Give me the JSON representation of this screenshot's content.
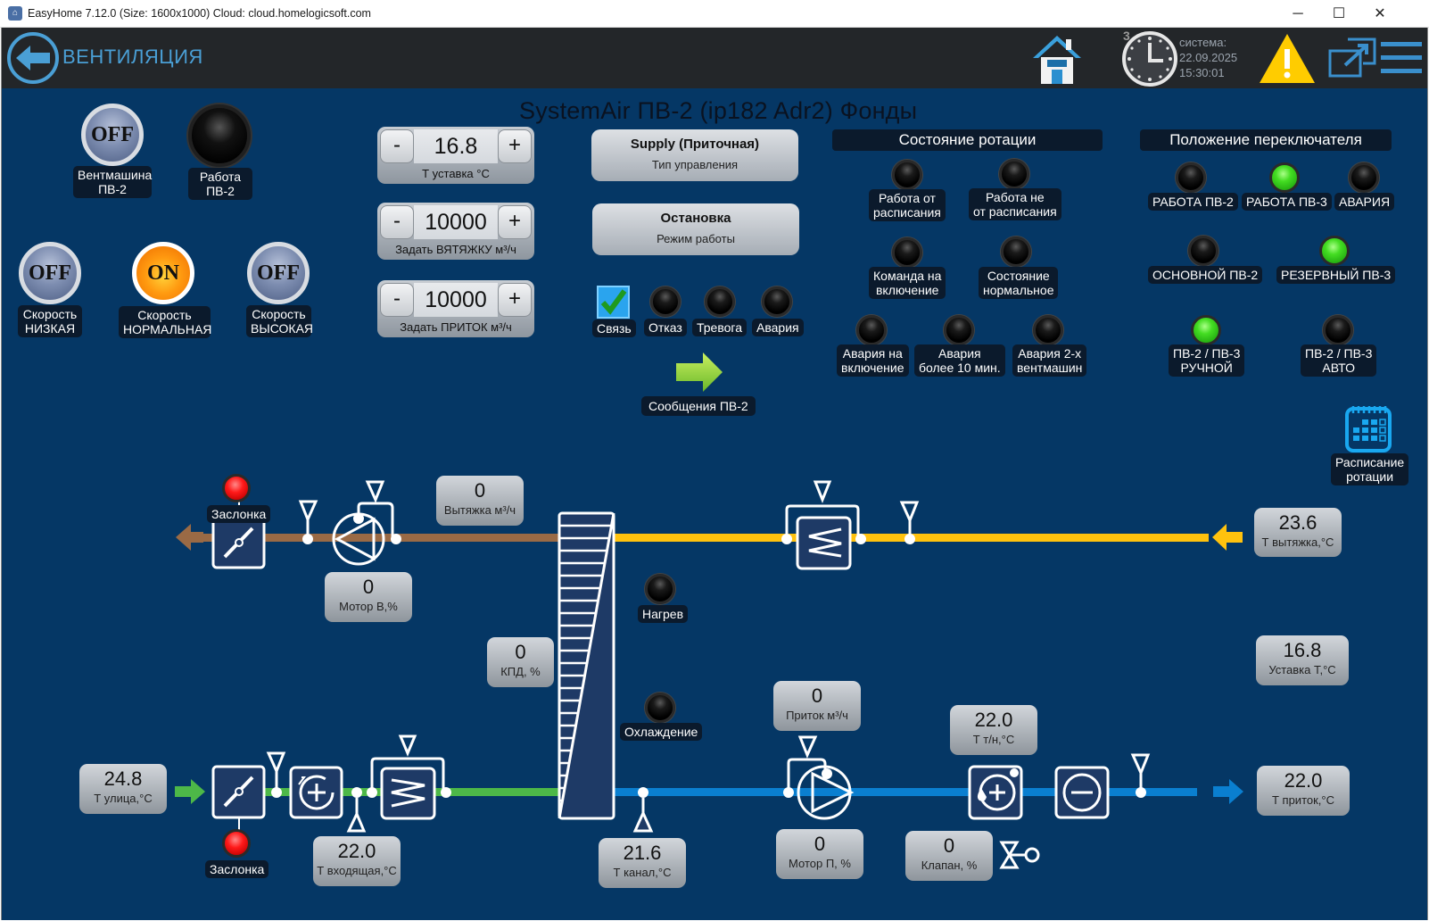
{
  "window": {
    "title": "EasyHome 7.12.0 (Size: 1600x1000) Cloud: cloud.homelogicsoft.com",
    "controls": {
      "minimize": "─",
      "maximize": "☐",
      "close": "✕"
    }
  },
  "header": {
    "title": "ВЕНТИЛЯЦИЯ",
    "icons": [
      "back-arrow-icon",
      "home-icon",
      "clock-icon",
      "warning-icon",
      "popout-icon",
      "menu-icon"
    ],
    "clock_badge": "3",
    "system_label": "система:",
    "date": "22.09.2025",
    "time": "15:30:01"
  },
  "main_title": "SystemAir ПВ-2 (ip182 Adr2) Фонды",
  "toggles": {
    "fan_machine": {
      "state": "OFF",
      "label": "Вентмашина\nПВ-2"
    },
    "work": {
      "state": "off",
      "label": "Работа\nПВ-2"
    },
    "speed_low": {
      "state": "OFF",
      "label": "Скорость\nНИЗКАЯ"
    },
    "speed_normal": {
      "state": "ON",
      "label": "Скорость\nНОРМАЛЬНАЯ"
    },
    "speed_high": {
      "state": "OFF",
      "label": "Скорость\nВЫСОКАЯ"
    }
  },
  "steppers": [
    {
      "minus": "-",
      "value": "16.8",
      "plus": "+",
      "caption": "Т уставка °С"
    },
    {
      "minus": "-",
      "value": "10000",
      "plus": "+",
      "caption": "Задать ВЯТЯЖКУ м³/ч"
    },
    {
      "minus": "-",
      "value": "10000",
      "plus": "+",
      "caption": "Задать ПРИТОК м³/ч"
    }
  ],
  "mode_buttons": [
    {
      "value": "Supply (Приточная)",
      "caption": "Тип управления"
    },
    {
      "value": "Остановка",
      "caption": "Режим работы"
    }
  ],
  "status_indicators": [
    {
      "label": "Связь",
      "state": "checked"
    },
    {
      "label": "Отказ",
      "state": "off"
    },
    {
      "label": "Тревога",
      "state": "off"
    },
    {
      "label": "Авария",
      "state": "off"
    }
  ],
  "messages_link": {
    "label": "Сообщения ПВ-2"
  },
  "rotation": {
    "title": "Состояние ротации",
    "items": [
      {
        "label": "Работа от\nрасписания",
        "state": "off"
      },
      {
        "label": "Работа не\nот расписания",
        "state": "off"
      },
      {
        "label": "Команда на\nвключение",
        "state": "off"
      },
      {
        "label": "Состояние\nнормальное",
        "state": "off"
      },
      {
        "label": "Авария на\nвключение",
        "state": "off"
      },
      {
        "label": "Авария\nболее 10 мин.",
        "state": "off"
      },
      {
        "label": "Авария 2-х\nвентмашин",
        "state": "off"
      }
    ]
  },
  "switch_position": {
    "title": "Положение переключателя",
    "items": [
      {
        "label": "РАБОТА ПВ-2",
        "state": "off"
      },
      {
        "label": "РАБОТА ПВ-3",
        "state": "on"
      },
      {
        "label": "АВАРИЯ",
        "state": "off"
      },
      {
        "label": "ОСНОВНОЙ ПВ-2",
        "state": "off"
      },
      {
        "label": "РЕЗЕРВНЫЙ ПВ-3",
        "state": "on"
      },
      {
        "label": "ПВ-2 / ПВ-3\nРУЧНОЙ",
        "state": "on"
      },
      {
        "label": "ПВ-2 / ПВ-3\nАВТО",
        "state": "off"
      }
    ]
  },
  "schedule_link": {
    "label": "Расписание\nротации"
  },
  "diagram": {
    "colors": {
      "exhaust_out": "#9a6a45",
      "exhaust_in": "#ffc20e",
      "supply_in": "#4db848",
      "supply_out": "#0a7fd0"
    },
    "values": {
      "exhaust_flow": {
        "value": "0",
        "caption": "Вытяжка м³/ч"
      },
      "motor_exhaust": {
        "value": "0",
        "caption": "Мотор В,%"
      },
      "t_exhaust": {
        "value": "23.6",
        "caption": "Т вытяжка,°С"
      },
      "efficiency": {
        "value": "0",
        "caption": "КПД, %"
      },
      "setpoint_t": {
        "value": "16.8",
        "caption": "Уставка Т,°С"
      },
      "supply_flow": {
        "value": "0",
        "caption": "Приток м³/ч"
      },
      "t_heat_carrier": {
        "value": "22.0",
        "caption": "Т т/н,°С"
      },
      "t_outdoor": {
        "value": "24.8",
        "caption": "Т улица,°С"
      },
      "t_incoming": {
        "value": "22.0",
        "caption": "Т входящая,°С"
      },
      "t_channel": {
        "value": "21.6",
        "caption": "Т канал,°С"
      },
      "motor_supply": {
        "value": "0",
        "caption": "Мотор П, %"
      },
      "valve": {
        "value": "0",
        "caption": "Клапан, %"
      },
      "t_supply": {
        "value": "22.0",
        "caption": "Т приток,°С"
      }
    },
    "indicators": {
      "damper_top": {
        "label": "Заслонка",
        "state": "alarm"
      },
      "damper_bottom": {
        "label": "Заслонка",
        "state": "alarm"
      },
      "heating": {
        "label": "Нагрев",
        "state": "off"
      },
      "cooling": {
        "label": "Охлаждение",
        "state": "off"
      }
    }
  }
}
